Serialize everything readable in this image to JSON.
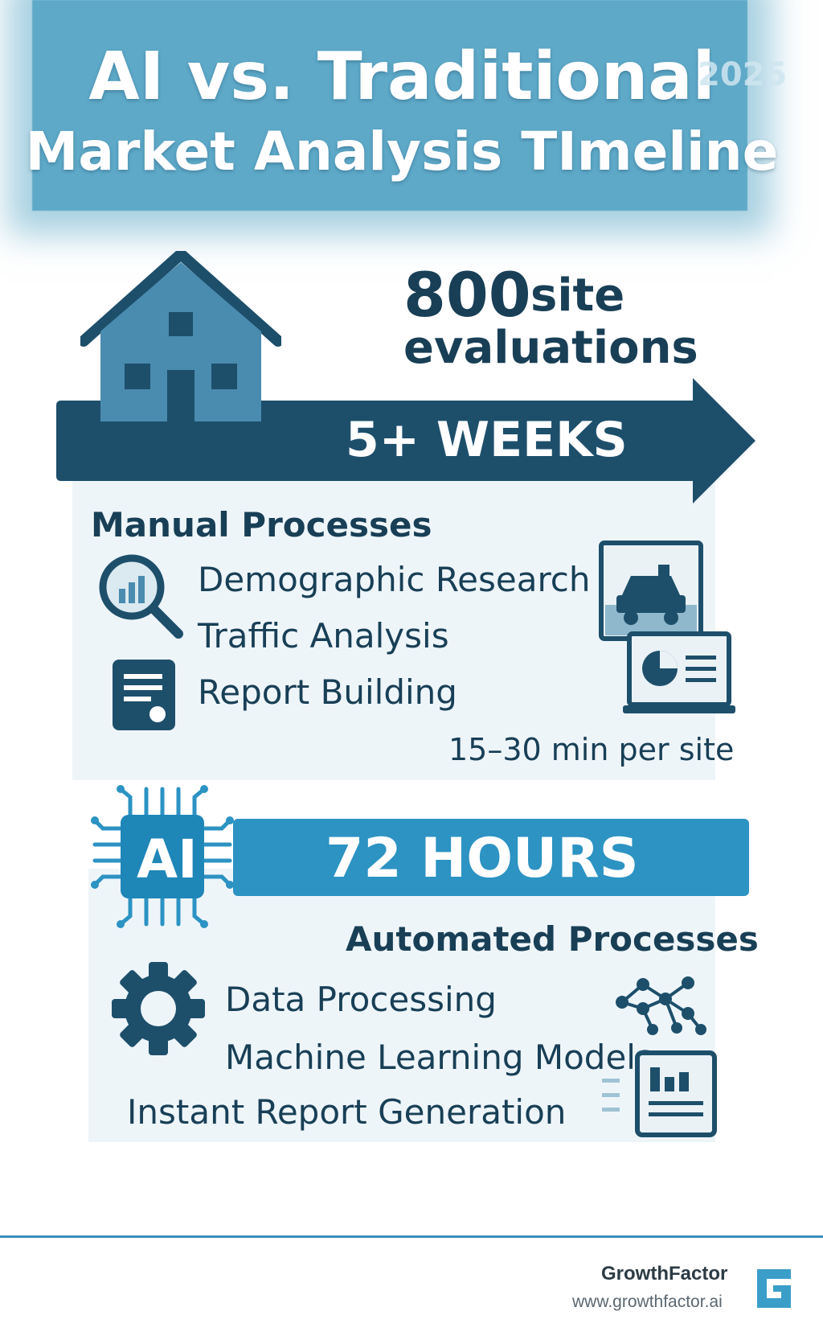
{
  "header": {
    "title_line1": "AI vs. Traditional",
    "title_line2": "Market Analysis TImeline",
    "year": "2025"
  },
  "traditional": {
    "stat_number": "800",
    "stat_unit": "site",
    "stat_line2": "evaluations",
    "duration": "5+ WEEKS",
    "heading": "Manual Processes",
    "items": [
      "Demographic Research",
      "Traffic Analysis",
      "Report Building"
    ],
    "time_note": "15–30 min per site"
  },
  "ai": {
    "chip_label": "AI",
    "duration": "72 HOURS",
    "heading": "Automated Processes",
    "items": [
      "Data Processing",
      "Machine Learning Models",
      "Instant Report Generation"
    ]
  },
  "footer": {
    "brand": "GrowthFactor",
    "url": "www.growthfactor.ai"
  },
  "colors": {
    "navy": "#1d4f6b",
    "accent_blue": "#2c93c3",
    "light_blue": "#5ea9c8"
  },
  "icons": [
    "house-icon",
    "magnifier-chart-icon",
    "document-icon",
    "car-photo-icon",
    "report-screen-icon",
    "ai-chip-icon",
    "gear-icon",
    "network-icon",
    "bar-report-icon",
    "growthfactor-logo"
  ]
}
